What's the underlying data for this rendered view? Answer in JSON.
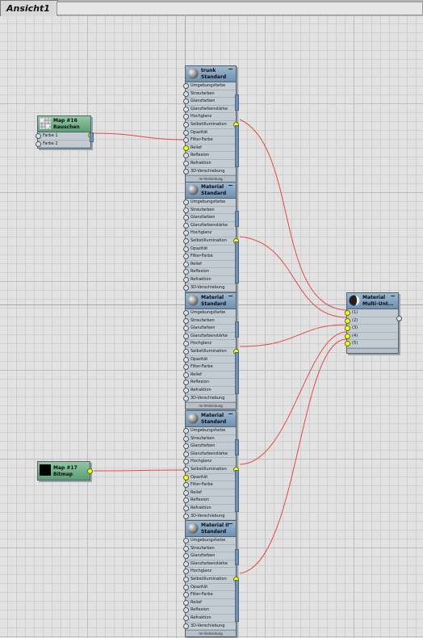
{
  "view": {
    "tab_label": "Ansicht1"
  },
  "colors": {
    "wire": "#e14a4a",
    "socket_active": "#f2ff2a",
    "material_header": "#7c9dbd",
    "map_header": "#6fae86"
  },
  "material_slots": [
    "Umgebungsfarbe",
    "Streufarben",
    "Glanzfarben",
    "Glanzfarbenstärke",
    "Hochglanz",
    "Selbstillumination",
    "Opazität",
    "Filter-Farbe",
    "Relief",
    "Reflexion",
    "Refraktion",
    "3D-Verschiebung"
  ],
  "material_footer": "mr-Verbindung",
  "materials": [
    {
      "name": "trunk",
      "type": "Standard",
      "icon": "sphere-icon"
    },
    {
      "name": "Material",
      "type": "Standard",
      "icon": "sphere-icon"
    },
    {
      "name": "Material",
      "type": "Standard",
      "icon": "sphere-icon"
    },
    {
      "name": "Material",
      "type": "Standard",
      "icon": "sphere-icon"
    },
    {
      "name": "Material II",
      "type": "Standard",
      "icon": "sphere-icon"
    }
  ],
  "maps": [
    {
      "name": "Map #16",
      "type": "Rauschen",
      "icon": "noise-map-icon",
      "slots": [
        "Farbe 1",
        "Farbe 2"
      ]
    },
    {
      "name": "Map #17",
      "type": "Bitmap",
      "icon": "bitmap-icon"
    }
  ],
  "multi": {
    "name": "Material",
    "type": "Multi-Unt...",
    "icon": "multi-material-icon",
    "slots": [
      "(1)",
      "(2)",
      "(3)",
      "(4)",
      "(5)"
    ]
  }
}
